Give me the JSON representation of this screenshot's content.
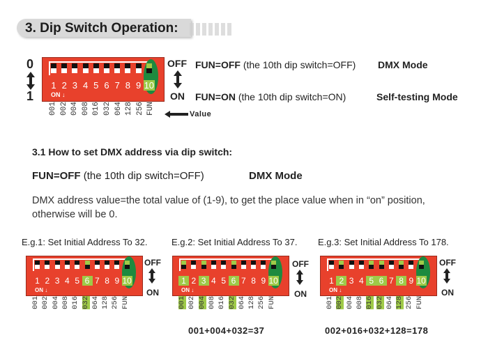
{
  "section": {
    "number": "3.",
    "title": "Dip Switch Operation:"
  },
  "top_diagram": {
    "state_0": "0",
    "state_1": "1",
    "off_label": "OFF",
    "on_label": "ON",
    "on_arrow_label": "ON ↓",
    "switch_numbers": [
      "1",
      "2",
      "3",
      "4",
      "5",
      "6",
      "7",
      "8",
      "9",
      "10"
    ],
    "values": [
      "001",
      "002",
      "004",
      "008",
      "016",
      "032",
      "064",
      "128",
      "256",
      "FUN"
    ],
    "value_label": "Value",
    "line_off_key": "FUN=OFF",
    "line_off_desc": "(the 10th dip switch=OFF)",
    "line_off_mode": "DMX Mode",
    "line_on_key": "FUN=ON",
    "line_on_desc": "(the 10th dip switch=ON)",
    "line_on_mode": "Self-testing Mode"
  },
  "subsection": {
    "title": "3.1  How to set DMX address via dip switch:",
    "fun_key": "FUN=OFF",
    "fun_desc": "(the 10th dip switch=OFF)",
    "fun_mode": "DMX Mode",
    "description_line1": "DMX address value=the total value of (1-9), to get the place value when in “on” position,",
    "description_line2": "otherwise will be 0."
  },
  "examples": [
    {
      "caption": "E.g.1: Set Initial Address To 32.",
      "on_switches": [
        6
      ],
      "formula": ""
    },
    {
      "caption": "E.g.2: Set Initial Address To 37.",
      "on_switches": [
        1,
        3,
        6
      ],
      "formula": "001+004+032=37"
    },
    {
      "caption": "E.g.3: Set Initial Address To 178.",
      "on_switches": [
        2,
        5,
        6,
        8
      ],
      "formula": "002+016+032+128=178"
    }
  ],
  "colors": {
    "board": "#e8412c",
    "highlight": "#9fca48",
    "fun_oval": "#1d8a3f"
  }
}
